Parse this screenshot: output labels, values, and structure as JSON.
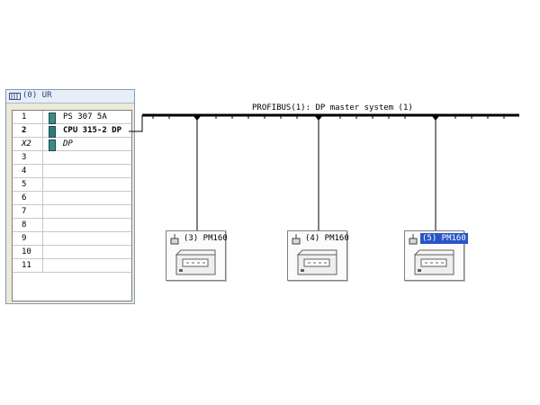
{
  "rack": {
    "title": "(0) UR",
    "rows": [
      {
        "slot": "1",
        "module": "PS 307 5A",
        "bold": false,
        "italic": false,
        "icon": "power-supply-icon"
      },
      {
        "slot": "2",
        "module": "CPU 315-2 DP",
        "bold": true,
        "italic": false,
        "icon": "cpu-icon"
      },
      {
        "slot": "X2",
        "module": "DP",
        "bold": false,
        "italic": true,
        "icon": "dp-interface-icon"
      },
      {
        "slot": "3",
        "module": ""
      },
      {
        "slot": "4",
        "module": ""
      },
      {
        "slot": "5",
        "module": ""
      },
      {
        "slot": "6",
        "module": ""
      },
      {
        "slot": "7",
        "module": ""
      },
      {
        "slot": "8",
        "module": ""
      },
      {
        "slot": "9",
        "module": ""
      },
      {
        "slot": "10",
        "module": ""
      },
      {
        "slot": "11",
        "module": ""
      }
    ]
  },
  "bus": {
    "label": "PROFIBUS(1): DP master system (1)"
  },
  "devices": [
    {
      "label": "(3) PM160",
      "selected": false
    },
    {
      "label": "(4) PM160",
      "selected": false
    },
    {
      "label": "(5) PM160",
      "selected": true
    }
  ],
  "colors": {
    "selection": "#2a55c8",
    "window_border": "#7f9db9"
  }
}
